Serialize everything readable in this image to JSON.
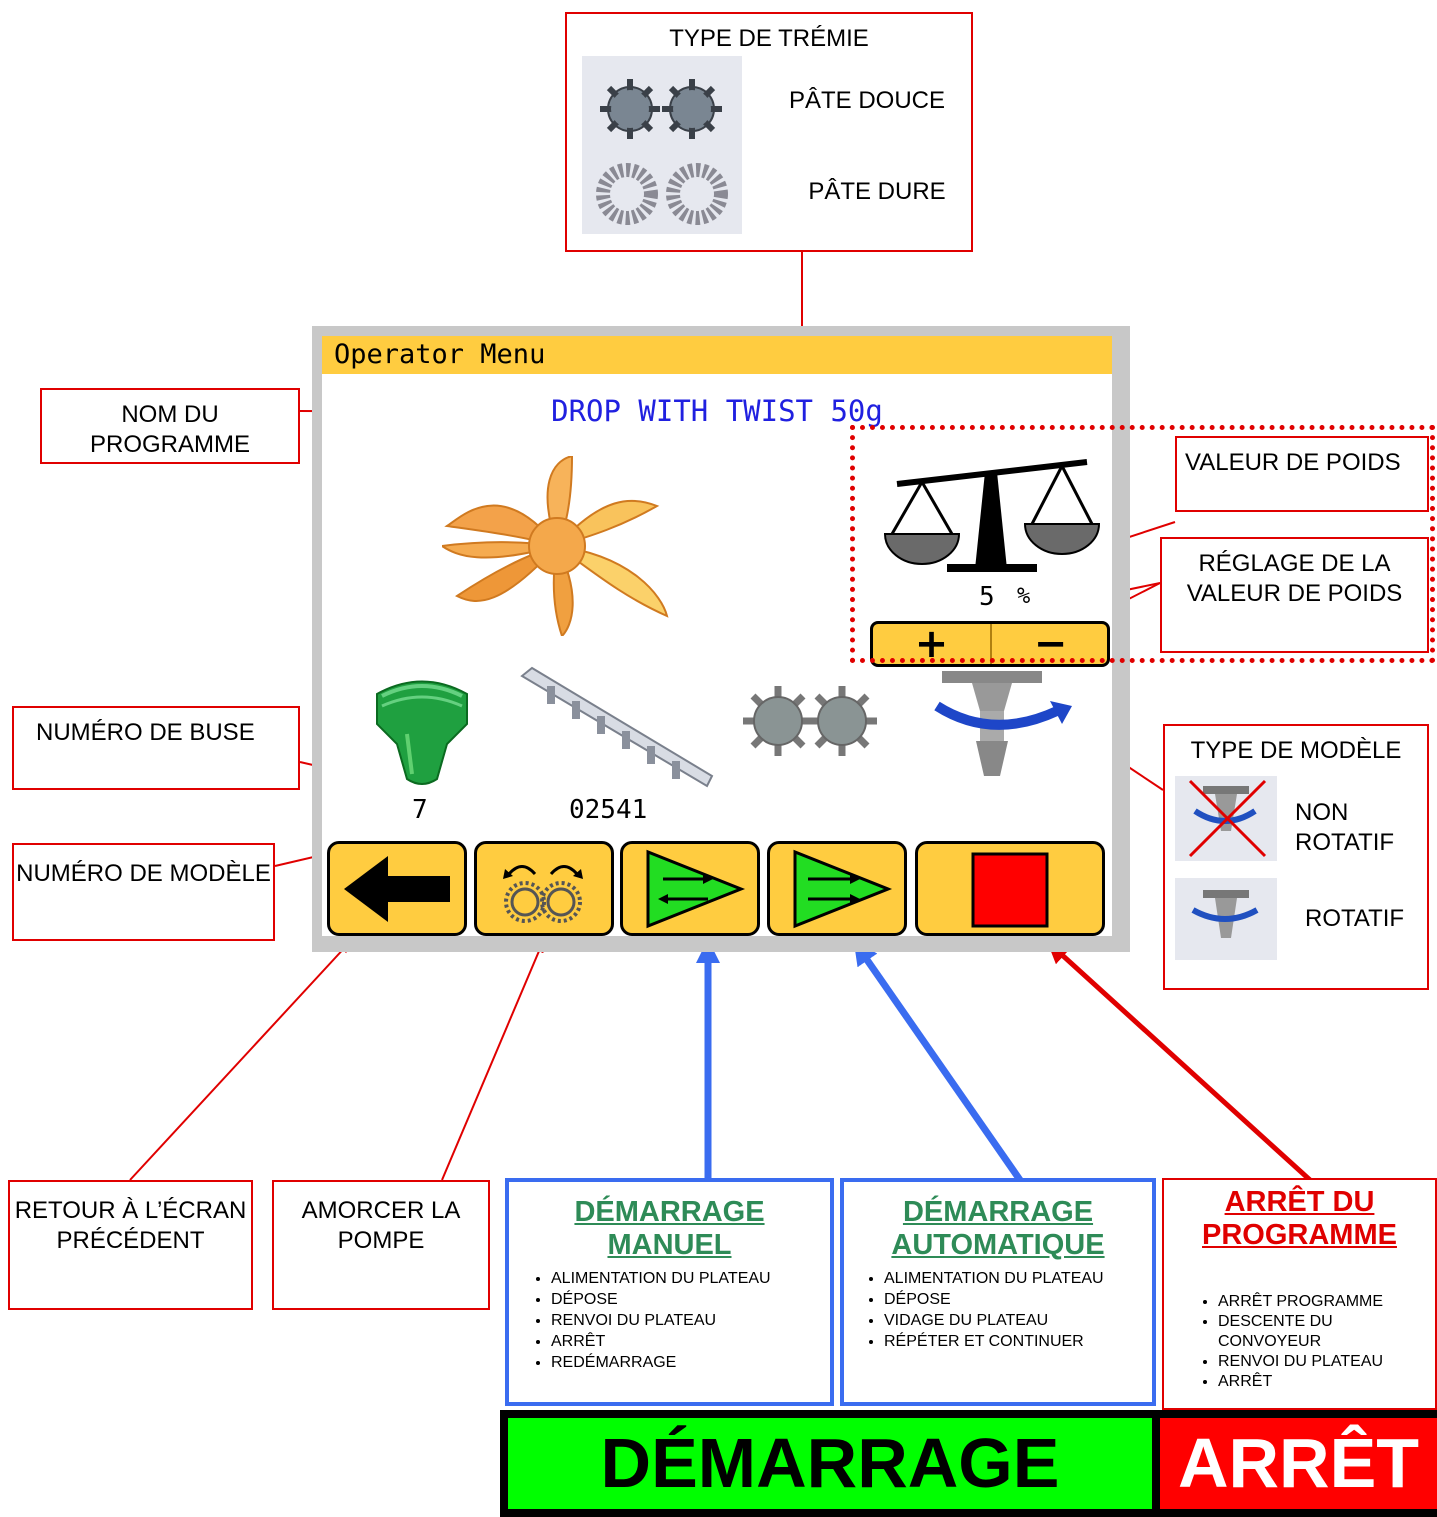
{
  "hopper_type": {
    "title": "TYPE DE TRÉMIE",
    "options": [
      {
        "label": "PÂTE DOUCE",
        "icon": "soft-dough-gears-icon"
      },
      {
        "label": "PÂTE DURE",
        "icon": "hard-dough-rings-icon"
      }
    ]
  },
  "screen": {
    "title": "Operator Menu",
    "program_name": "DROP WITH TWIST 50g",
    "nozzle_number": "7",
    "model_number": "02541",
    "weight_value": "5",
    "weight_unit": "%",
    "plus_label": "+",
    "minus_label": "−",
    "title_color": "#ffcc40",
    "program_color": "#2020e0"
  },
  "callouts": {
    "program_name": "NOM DU PROGRAMME",
    "nozzle_number": "NUMÉRO DE BUSE",
    "model_number": "NUMÉRO DE MODÈLE",
    "weight_value": "VALEUR DE POIDS",
    "weight_adjust": "RÉGLAGE DE LA VALEUR DE POIDS",
    "back": "RETOUR À L’ÉCRAN PRÉCÉDENT",
    "prime_pump": "AMORCER LA POMPE"
  },
  "model_type": {
    "title": "TYPE DE MODÈLE",
    "options": [
      {
        "label": "NON ROTATIF",
        "icon": "non-rotating-nozzle-icon"
      },
      {
        "label": "ROTATIF",
        "icon": "rotating-nozzle-icon"
      }
    ]
  },
  "manual_start": {
    "title": "DÉMARRAGE MANUEL",
    "items": [
      "ALIMENTATION DU PLATEAU",
      "DÉPOSE",
      "RENVOI DU PLATEAU",
      "ARRÊT",
      "REDÉMARRAGE"
    ]
  },
  "auto_start": {
    "title": "DÉMARRAGE AUTOMATIQUE",
    "items": [
      "ALIMENTATION DU PLATEAU",
      "DÉPOSE",
      "VIDAGE DU PLATEAU",
      "RÉPÉTER ET CONTINUER"
    ]
  },
  "program_stop": {
    "title": "ARRÊT DU PROGRAMME",
    "items": [
      "ARRÊT PROGRAMME",
      "DESCENTE DU CONVOYEUR",
      "RENVOI DU PLATEAU",
      "ARRÊT"
    ]
  },
  "start_button": {
    "label": "DÉMARRAGE",
    "color": "#00ff00"
  },
  "stop_button": {
    "label": "ARRÊT",
    "color": "#ff0000"
  },
  "colors": {
    "callout_red": "#e00000",
    "start_green": "#2e8b57",
    "blue": "#3a6cf0"
  }
}
